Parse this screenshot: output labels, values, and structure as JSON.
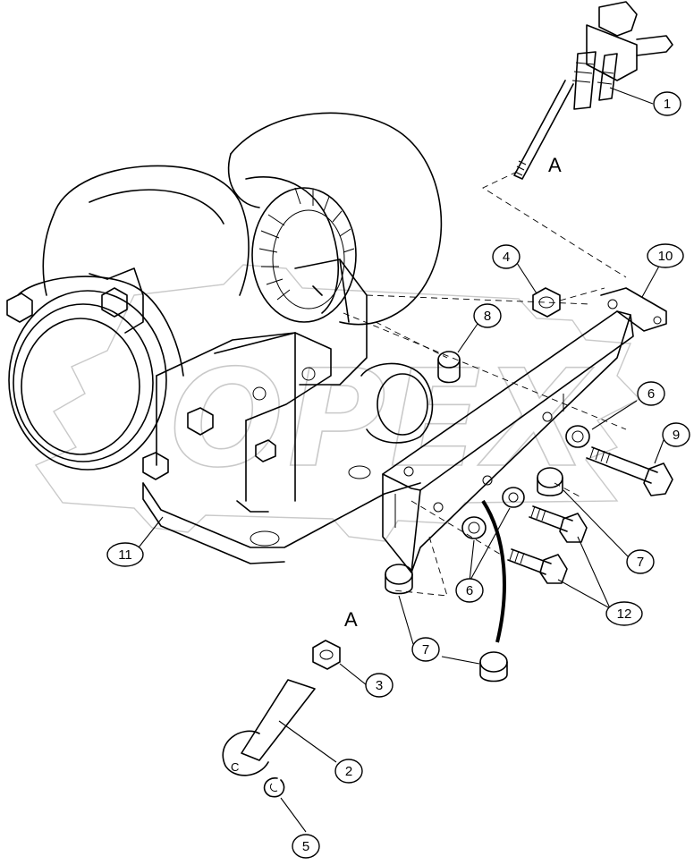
{
  "diagram": {
    "view_labels": [
      "A",
      "A"
    ],
    "callouts": [
      {
        "id": "c1",
        "label": "1"
      },
      {
        "id": "c2",
        "label": "2"
      },
      {
        "id": "c3",
        "label": "3"
      },
      {
        "id": "c4",
        "label": "4"
      },
      {
        "id": "c5",
        "label": "5"
      },
      {
        "id": "c6a",
        "label": "6"
      },
      {
        "id": "c6b",
        "label": "6"
      },
      {
        "id": "c7a",
        "label": "7"
      },
      {
        "id": "c7b",
        "label": "7"
      },
      {
        "id": "c8",
        "label": "8"
      },
      {
        "id": "c9",
        "label": "9"
      },
      {
        "id": "c10",
        "label": "10"
      },
      {
        "id": "c11",
        "label": "11"
      },
      {
        "id": "c12",
        "label": "12"
      }
    ],
    "watermark": {
      "logo_text": "OPEX"
    }
  }
}
